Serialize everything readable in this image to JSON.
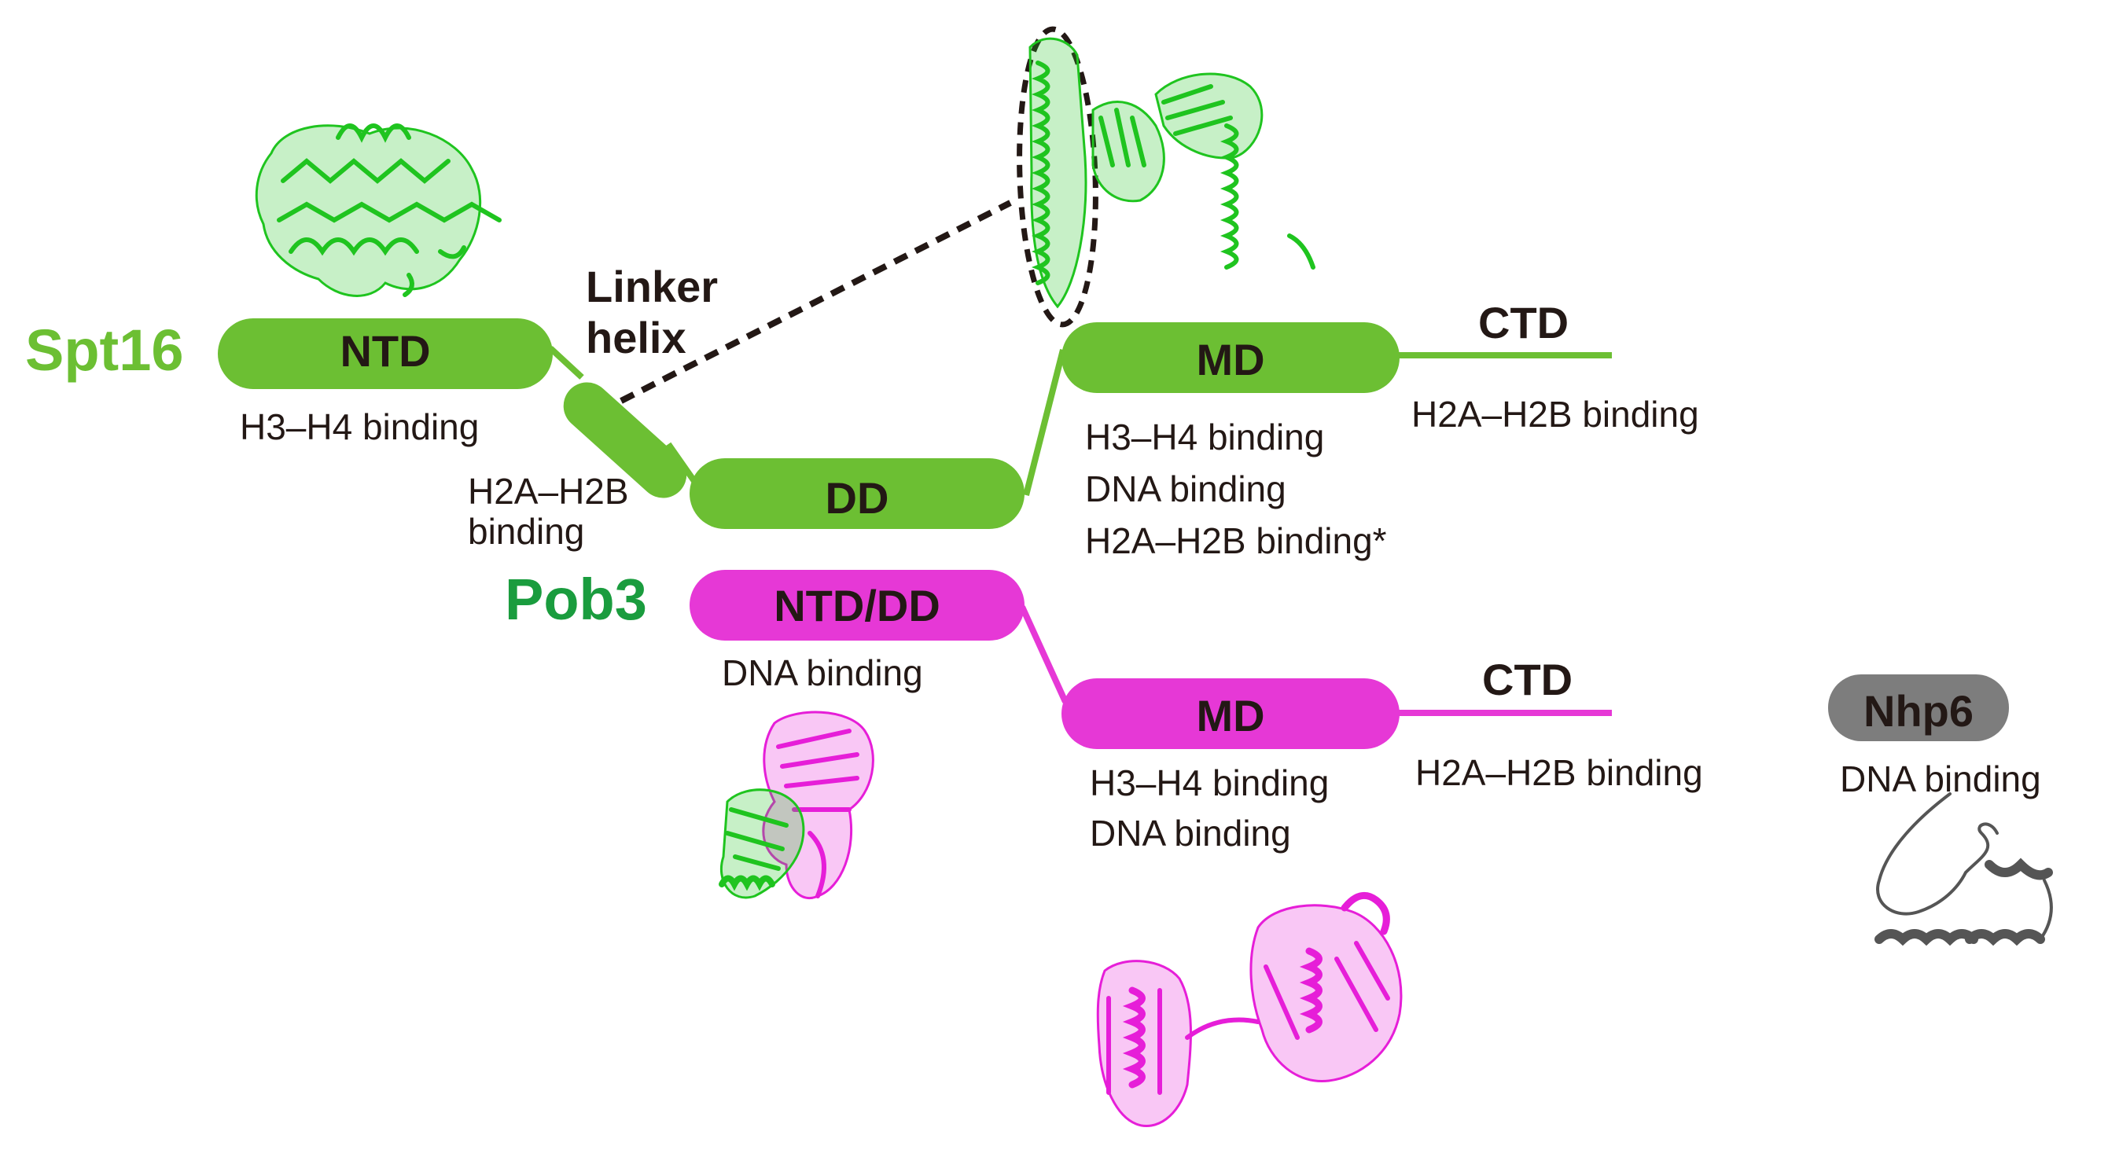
{
  "colors": {
    "spt16": "#6cbf33",
    "spt16_label": "#6cbf33",
    "pob3": "#e638d6",
    "pob3_label": "#1a9c3e",
    "nhp6": "#7d7d7d",
    "text": "#231815",
    "structure_green": "#1fc41f",
    "structure_magenta": "#e61ed8",
    "structure_gray": "#555555"
  },
  "proteins": {
    "spt16": {
      "name": "Spt16",
      "domains": {
        "ntd": {
          "label": "NTD",
          "function": "H3–H4 binding"
        },
        "linker": {
          "label_line1": "Linker",
          "label_line2": "helix",
          "function_line1": "H2A–H2B",
          "function_line2": "binding"
        },
        "dd": {
          "label": "DD"
        },
        "md": {
          "label": "MD",
          "functions": [
            "H3–H4 binding",
            "DNA binding",
            "H2A–H2B binding*"
          ]
        },
        "ctd": {
          "label": "CTD",
          "function": "H2A–H2B binding"
        }
      }
    },
    "pob3": {
      "name": "Pob3",
      "domains": {
        "ntd_dd": {
          "label": "NTD/DD",
          "function": "DNA binding"
        },
        "md": {
          "label": "MD",
          "functions": [
            "H3–H4 binding",
            "DNA binding"
          ]
        },
        "ctd": {
          "label": "CTD",
          "function": "H2A–H2B binding"
        }
      }
    },
    "nhp6": {
      "name": "Nhp6",
      "function": "DNA binding"
    }
  },
  "structures": [
    {
      "name": "spt16-ntd-structure-icon",
      "depicts": "Spt16 NTD crystal structure (green cartoon)"
    },
    {
      "name": "spt16-dd-structure-icon",
      "depicts": "Spt16 DD with linker helix highlighted by dashed ellipse"
    },
    {
      "name": "pob3-ntd-dd-structure-icon",
      "depicts": "Pob3 NTD/DD with Spt16 (magenta/green cartoon)"
    },
    {
      "name": "pob3-md-structure-icon",
      "depicts": "Pob3 MD structure (magenta cartoon)"
    },
    {
      "name": "nhp6-structure-icon",
      "depicts": "Nhp6 HMG-box structure (gray cartoon)"
    }
  ]
}
